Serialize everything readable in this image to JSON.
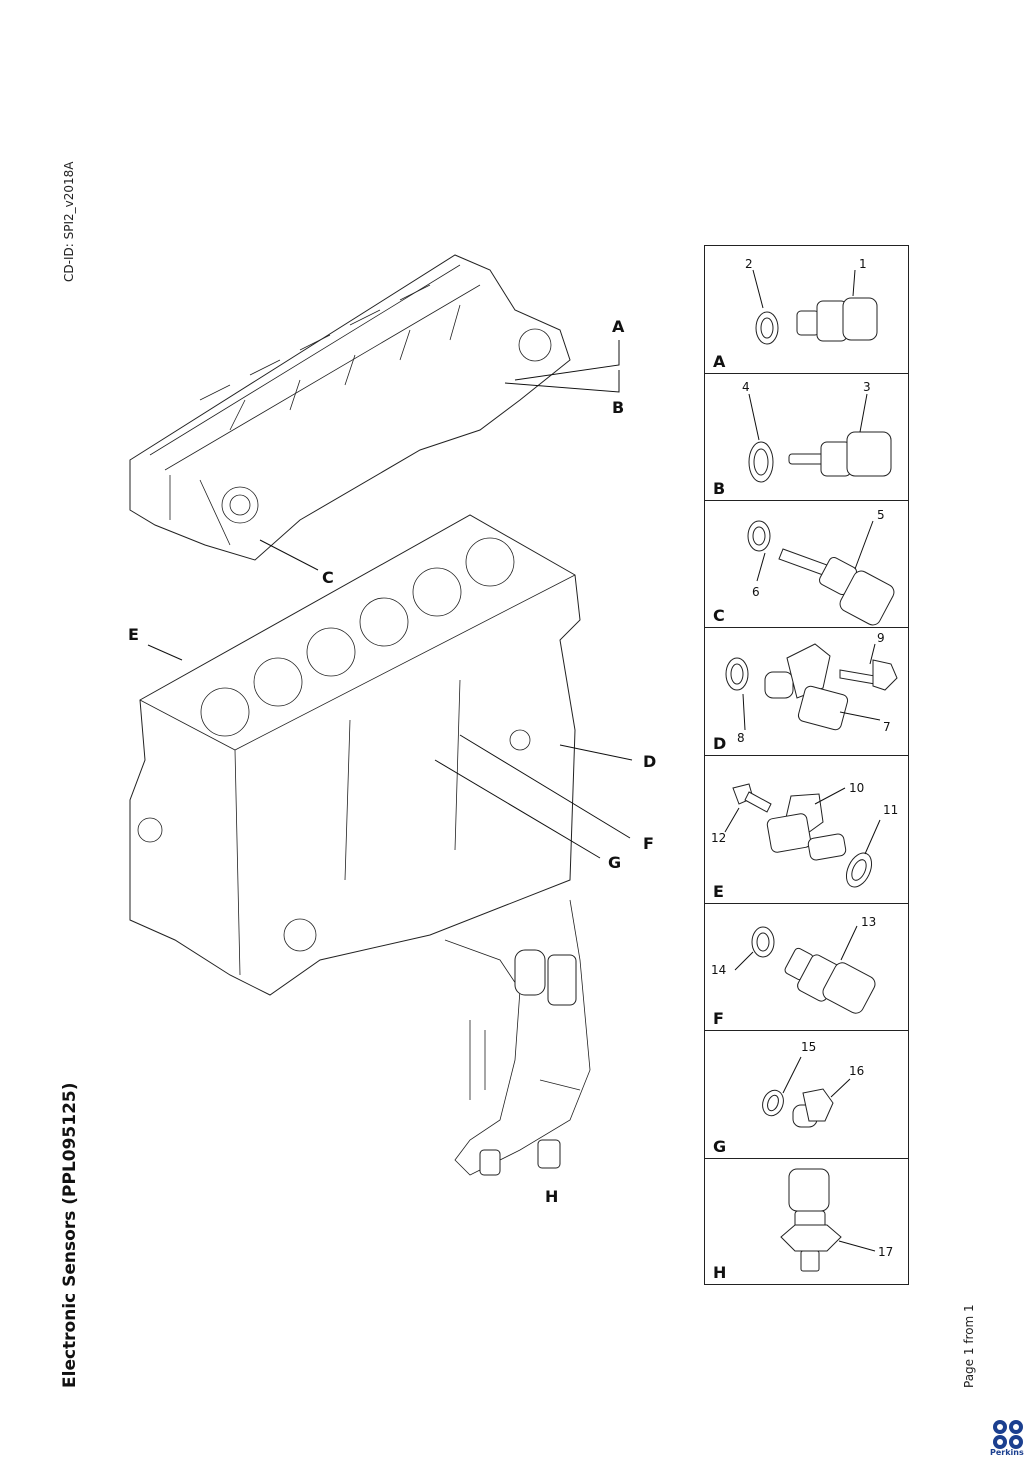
{
  "document": {
    "cd_id": "CD-ID: SPI2_v2018A",
    "title": "Electronic Sensors (PPL095125)",
    "footer": "Page 1 from 1",
    "logo_text": "Perkins"
  },
  "main_callouts": [
    "A",
    "B",
    "C",
    "D",
    "E",
    "F",
    "G",
    "H"
  ],
  "panels": [
    {
      "letter": "A",
      "parts": [
        "2",
        "1"
      ]
    },
    {
      "letter": "B",
      "parts": [
        "4",
        "3"
      ]
    },
    {
      "letter": "C",
      "parts": [
        "5",
        "6"
      ]
    },
    {
      "letter": "D",
      "parts": [
        "9",
        "8",
        "7"
      ]
    },
    {
      "letter": "E",
      "parts": [
        "10",
        "11",
        "12"
      ]
    },
    {
      "letter": "F",
      "parts": [
        "13",
        "14"
      ]
    },
    {
      "letter": "G",
      "parts": [
        "15",
        "16"
      ]
    },
    {
      "letter": "H",
      "parts": [
        "17"
      ]
    }
  ],
  "colors": {
    "line": "#111111",
    "logo": "#1b3f8f"
  }
}
